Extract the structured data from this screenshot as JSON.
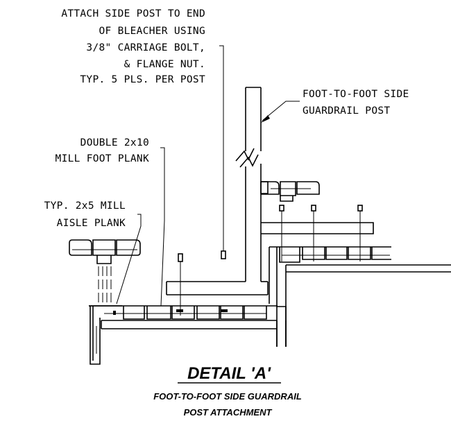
{
  "notes": {
    "attach_side_post": [
      "ATTACH SIDE POST TO END",
      "OF BLEACHER USING",
      "3/8\" CARRIAGE BOLT,",
      "& FLANGE NUT.",
      "TYP. 5 PLS. PER POST"
    ],
    "side_guardrail_post": [
      "FOOT-TO-FOOT SIDE",
      "GUARDRAIL POST"
    ],
    "double_foot_plank": [
      "DOUBLE 2x10",
      "MILL FOOT PLANK"
    ],
    "aisle_plank": [
      "TYP. 2x5 MILL",
      "AISLE PLANK"
    ]
  },
  "title": {
    "main": "DETAIL 'A'",
    "subtitle_line1": "FOOT-TO-FOOT SIDE GUARDRAIL",
    "subtitle_line2": "POST ATTACHMENT"
  }
}
